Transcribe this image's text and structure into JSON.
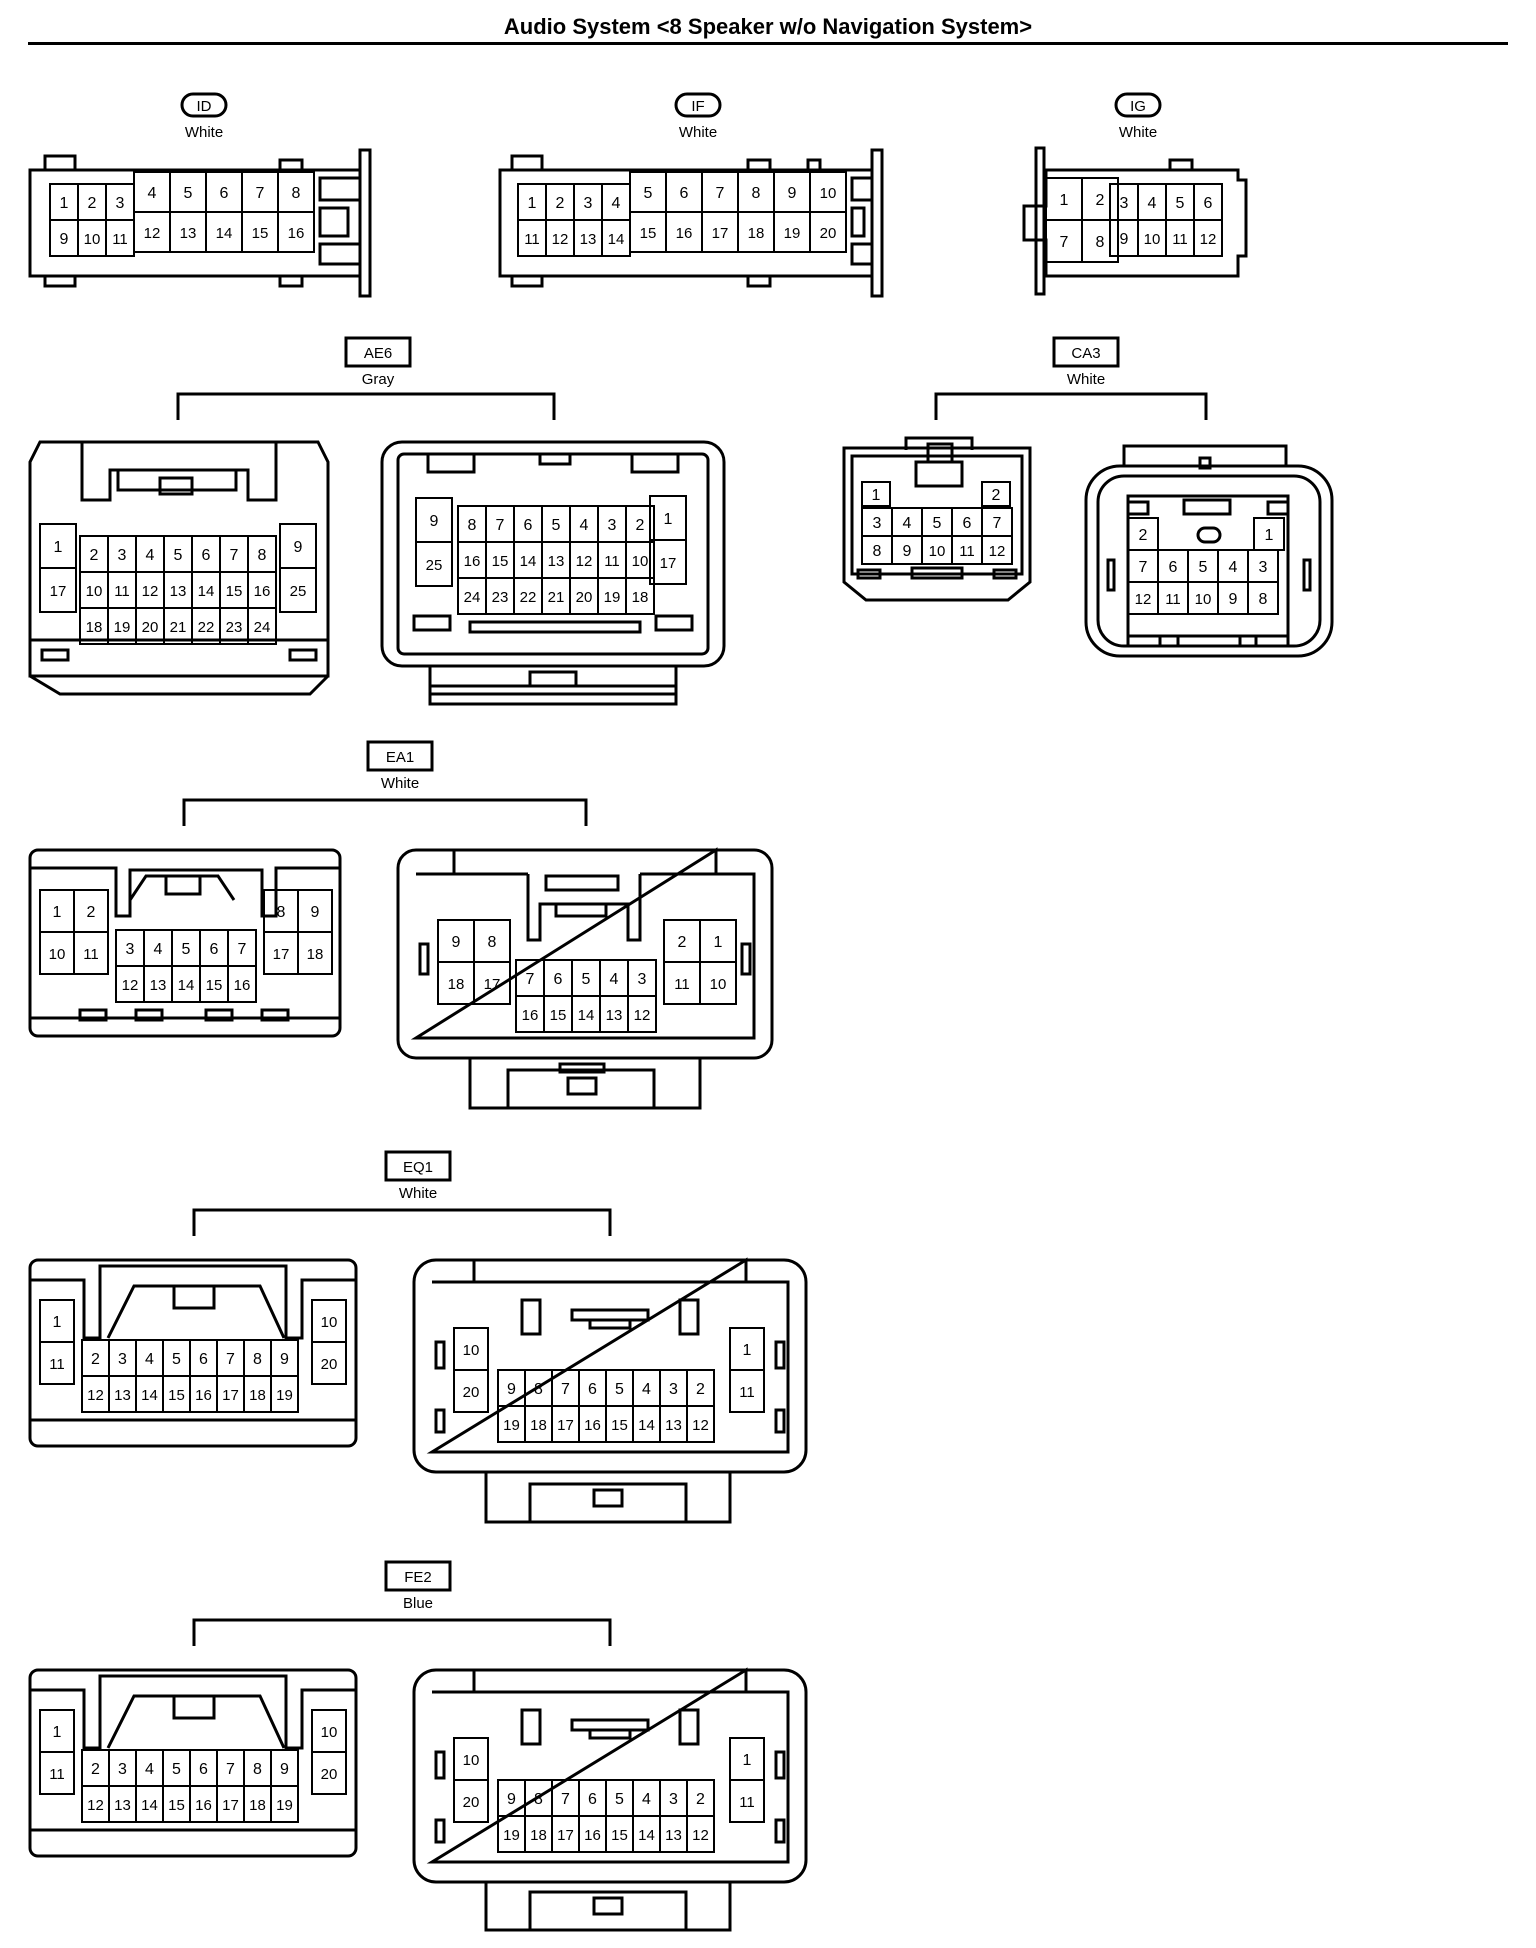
{
  "title": "Audio System <8 Speaker w/o Navigation System>",
  "connectors": {
    "ID": {
      "code": "ID",
      "color": "White"
    },
    "IF": {
      "code": "IF",
      "color": "White"
    },
    "IG": {
      "code": "IG",
      "color": "White"
    },
    "AE6": {
      "code": "AE6",
      "color": "Gray"
    },
    "CA3": {
      "code": "CA3",
      "color": "White"
    },
    "EA1": {
      "code": "EA1",
      "color": "White"
    },
    "EQ1": {
      "code": "EQ1",
      "color": "White"
    },
    "FE2": {
      "code": "FE2",
      "color": "Blue"
    }
  }
}
